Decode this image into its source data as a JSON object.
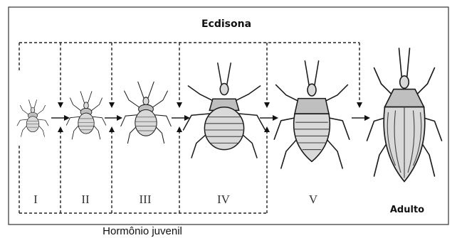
{
  "diagram": {
    "top_label": "Ecdisona",
    "bottom_label": "Hormônio juvenil",
    "stages": [
      {
        "label": "I"
      },
      {
        "label": "II"
      },
      {
        "label": "III"
      },
      {
        "label": "IV"
      },
      {
        "label": "V"
      },
      {
        "label": "Adulto"
      }
    ]
  }
}
